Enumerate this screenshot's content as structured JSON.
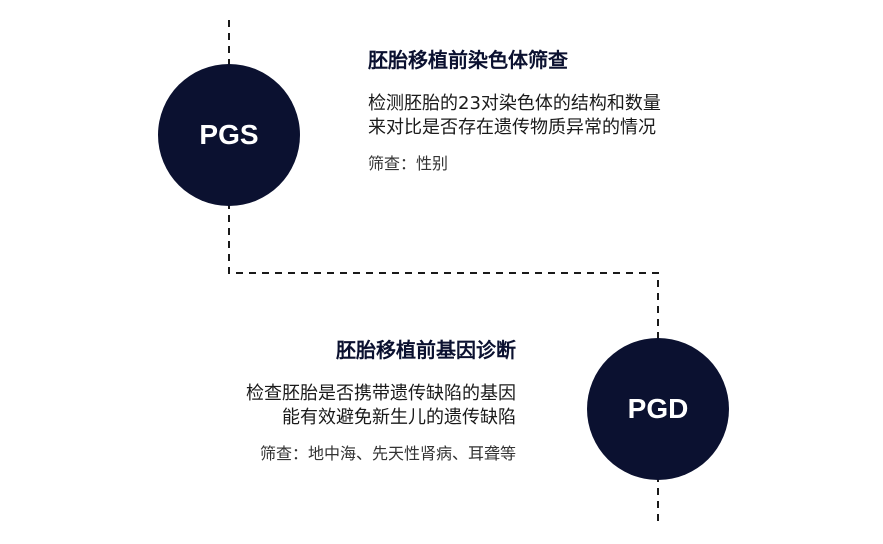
{
  "pgs": {
    "label": "PGS",
    "title": "胚胎移植前染色体筛查",
    "desc_line1": "检测胚胎的23对染色体的结构和数量",
    "desc_line2": "来对比是否存在遗传物质异常的情况",
    "note": "筛查：性别"
  },
  "pgd": {
    "label": "PGD",
    "title": "胚胎移植前基因诊断",
    "desc_line1": "检查胚胎是否携带遗传缺陷的基因",
    "desc_line2": "能有效避免新生儿的遗传缺陷",
    "note": "筛查：地中海、先天性肾病、耳聋等"
  },
  "colors": {
    "circle_fill": "#0b1130",
    "circle_text": "#ffffff",
    "connector": "#1a1a1a"
  }
}
